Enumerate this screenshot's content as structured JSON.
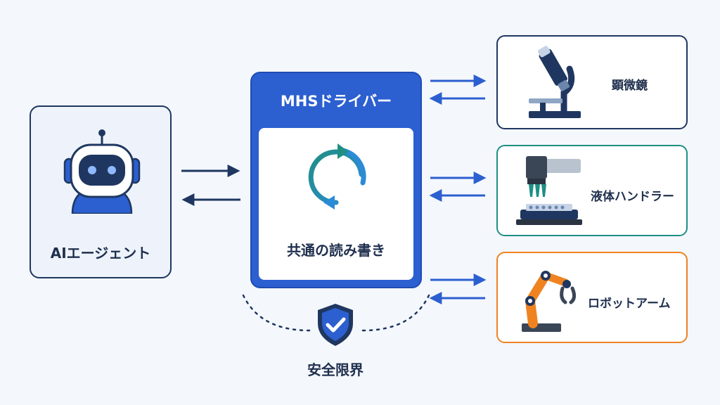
{
  "agent": {
    "label": "AIエージェント",
    "icon": "robot-head-icon"
  },
  "driver": {
    "title": "MHSドライバー",
    "caption": "共通の読み書き",
    "icon": "sync-arrows-icon"
  },
  "devices": [
    {
      "label": "顕微鏡",
      "icon": "microscope-icon",
      "color": "#1f3760"
    },
    {
      "label": "液体ハンドラー",
      "icon": "liquid-handler-icon",
      "color": "#1f8f84"
    },
    {
      "label": "ロボットアーム",
      "icon": "robot-arm-icon",
      "color": "#ef8320"
    }
  ],
  "safety": {
    "label": "安全限界",
    "icon": "shield-check-icon"
  },
  "colors": {
    "primary_blue": "#2c5fd0",
    "navy": "#1f3760",
    "teal": "#1f8f84",
    "orange": "#ef8320",
    "background": "#f4f7fc"
  }
}
